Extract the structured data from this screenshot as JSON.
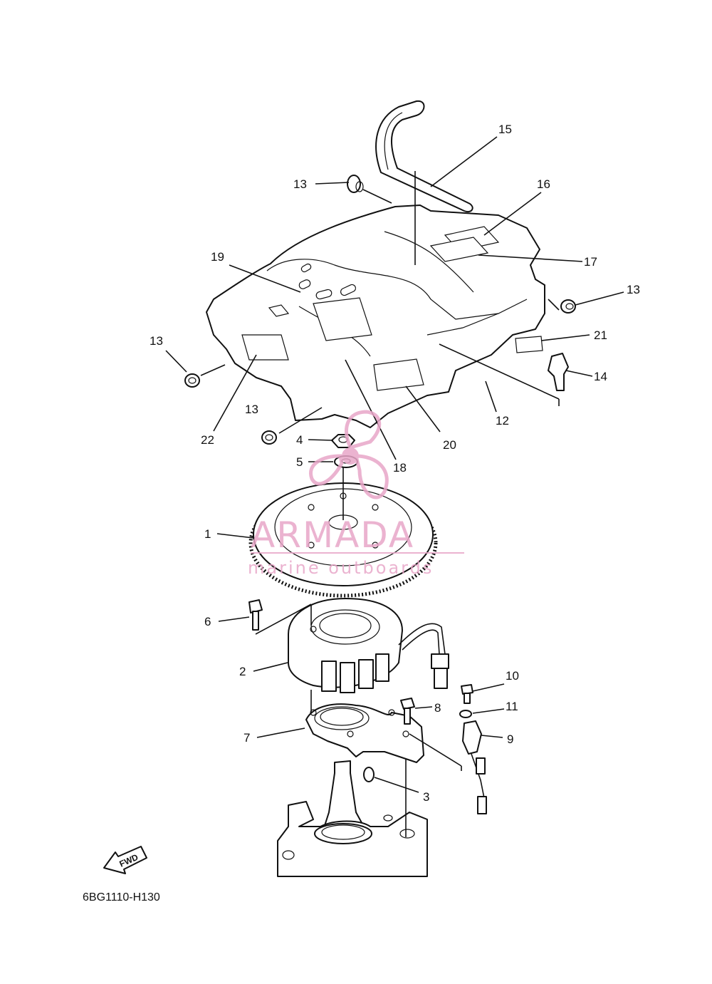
{
  "diagram_code": "6BG1110-H130",
  "fwd_badge": "FWD",
  "watermark": {
    "brand": "ARMADA",
    "tagline": "marine outboards",
    "color": "#e8a6c8"
  },
  "callouts": {
    "c1": "1",
    "c2": "2",
    "c3": "3",
    "c4": "4",
    "c5": "5",
    "c6": "6",
    "c7": "7",
    "c8": "8",
    "c9": "9",
    "c10": "10",
    "c11": "11",
    "c12": "12",
    "c13a": "13",
    "c13b": "13",
    "c13c": "13",
    "c13d": "13",
    "c14": "14",
    "c15": "15",
    "c16": "16",
    "c17": "17",
    "c18": "18",
    "c19": "19",
    "c20": "20",
    "c21": "21",
    "c22": "22"
  }
}
